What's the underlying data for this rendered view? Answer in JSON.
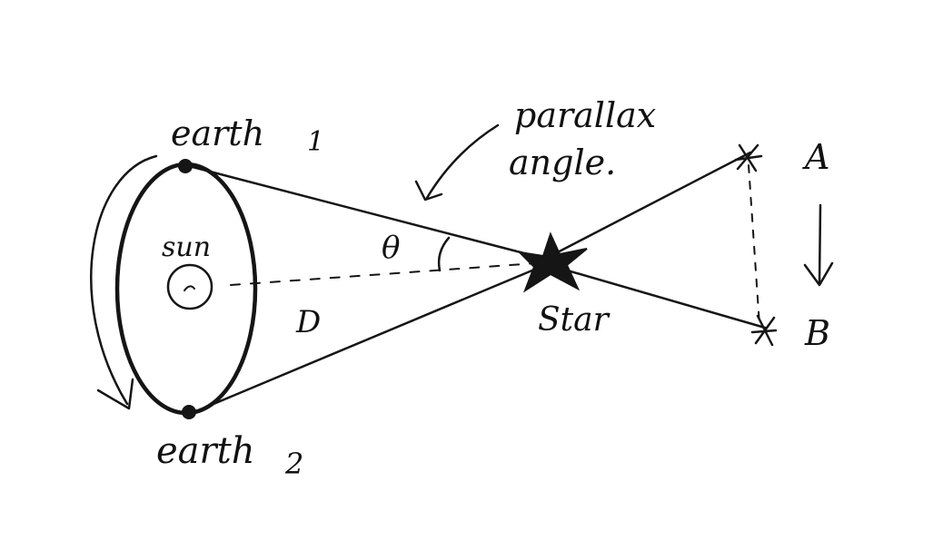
{
  "labels": {
    "earth1_word": "earth",
    "earth1_sub": "1",
    "earth2_word": "earth",
    "earth2_sub": "2",
    "sun": "sun",
    "parallax_line1": "parallax",
    "parallax_line2": "angle.",
    "theta": "θ",
    "distance": "D",
    "star": "Star",
    "pos_a": "A",
    "pos_b": "B"
  },
  "colors": {
    "ink": "#151515",
    "background": "#ffffff"
  }
}
